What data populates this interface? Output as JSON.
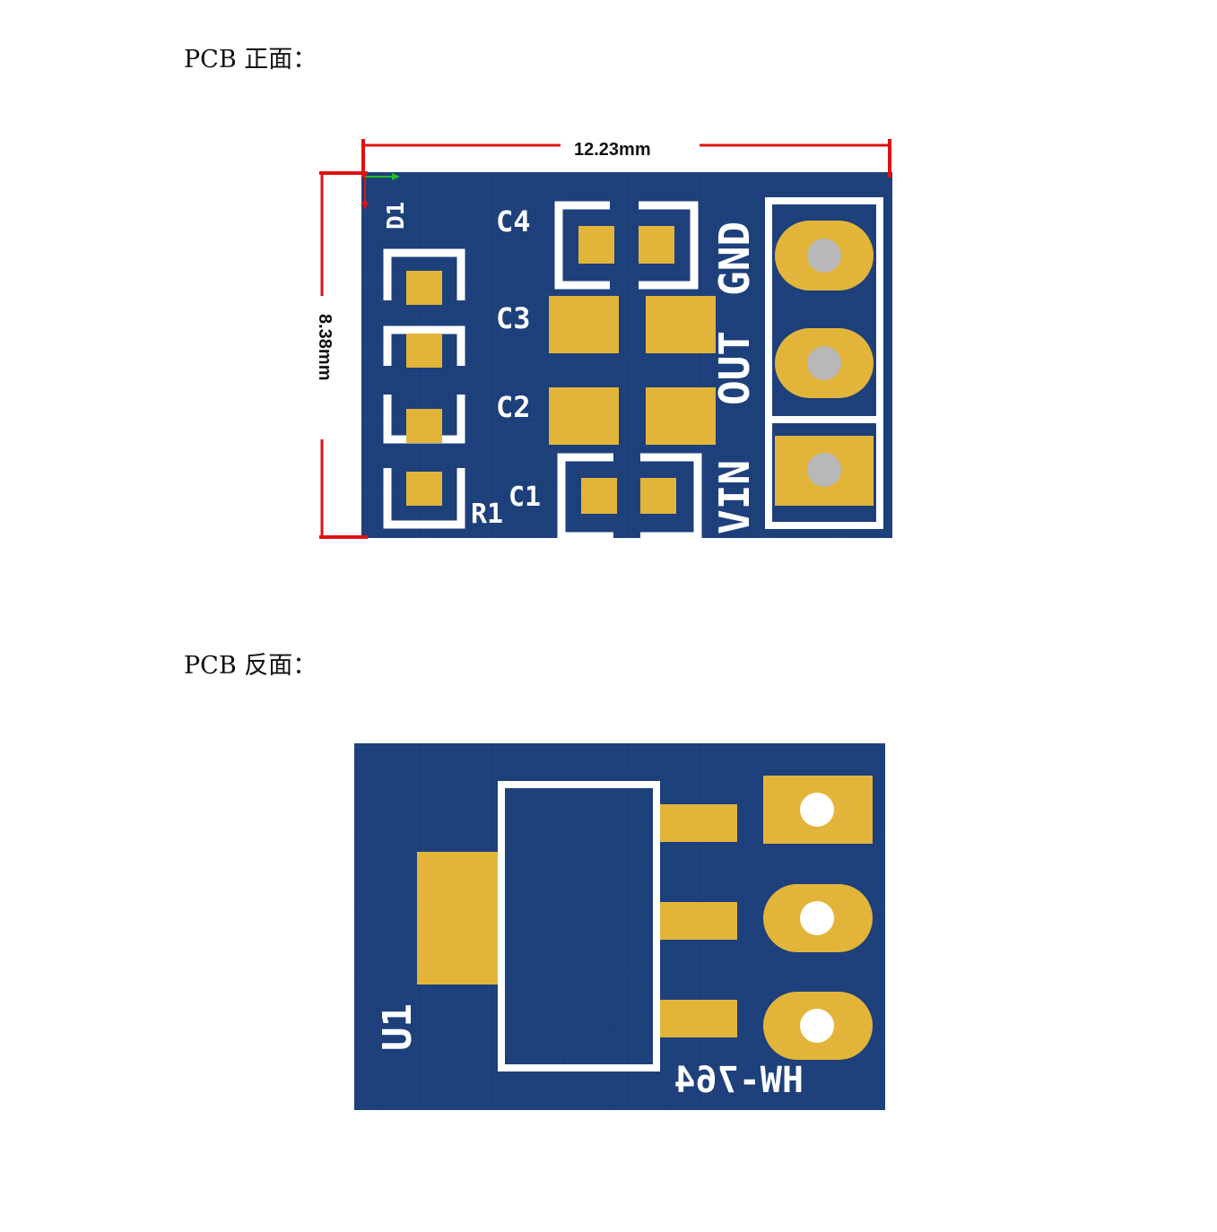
{
  "front": {
    "heading": "PCB 正面：",
    "width_label": "12.23mm",
    "height_label": "8.38mm",
    "silkscreen": {
      "d1": "D1",
      "c4": "C4",
      "c3": "C3",
      "c2": "C2",
      "c1": "C1",
      "r1": "R1",
      "gnd": "GND",
      "out": "OUT",
      "vin": "VIN"
    }
  },
  "back": {
    "heading": "PCB 反面：",
    "silkscreen": {
      "u1": "U1",
      "model": "HW-764"
    }
  },
  "colors": {
    "board": "#1d3f7a",
    "pad": "#e2b53a",
    "silkscreen": "#ffffff",
    "dimension_line": "#e01010",
    "origin_arrow": "#20c020"
  }
}
